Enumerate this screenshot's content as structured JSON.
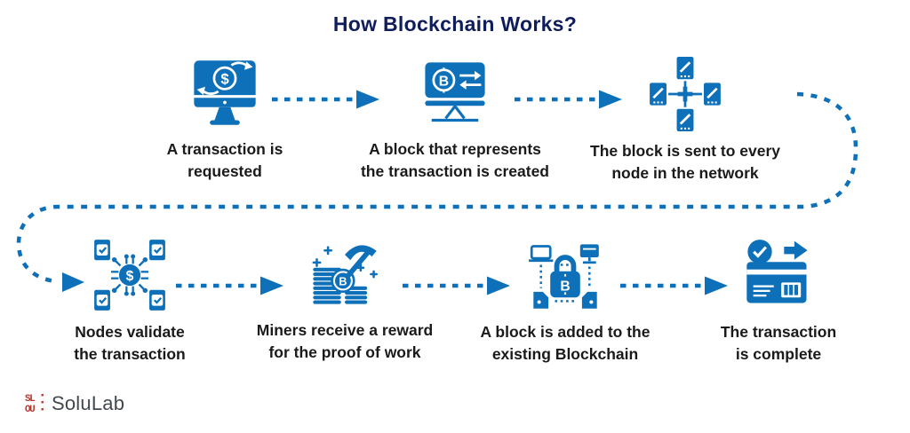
{
  "title": "How Blockchain Works?",
  "steps": [
    {
      "icon": "monitor-dollar-icon",
      "label": "A transaction is\nrequested"
    },
    {
      "icon": "monitor-bitcoin-icon",
      "label": "A block that represents\nthe transaction is created"
    },
    {
      "icon": "network-devices-icon",
      "label": "The block is sent to every\nnode in the network"
    },
    {
      "icon": "nodes-validate-icon",
      "label": "Nodes validate\nthe transaction"
    },
    {
      "icon": "mining-reward-icon",
      "label": "Miners receive a reward\nfor the proof of work"
    },
    {
      "icon": "blockchain-lock-icon",
      "label": "A block is added to the\nexisting Blockchain"
    },
    {
      "icon": "card-complete-icon",
      "label": "The transaction\nis complete"
    }
  ],
  "logo": {
    "name": "SoluLab",
    "mark_top": "SL",
    "mark_bottom": "OU"
  },
  "colors": {
    "primary_blue": "#0e70b8",
    "title_navy": "#0f1e5a",
    "label_text": "#1a1a1a",
    "logo_red": "#b5372e",
    "logo_text_gray": "#414950"
  }
}
